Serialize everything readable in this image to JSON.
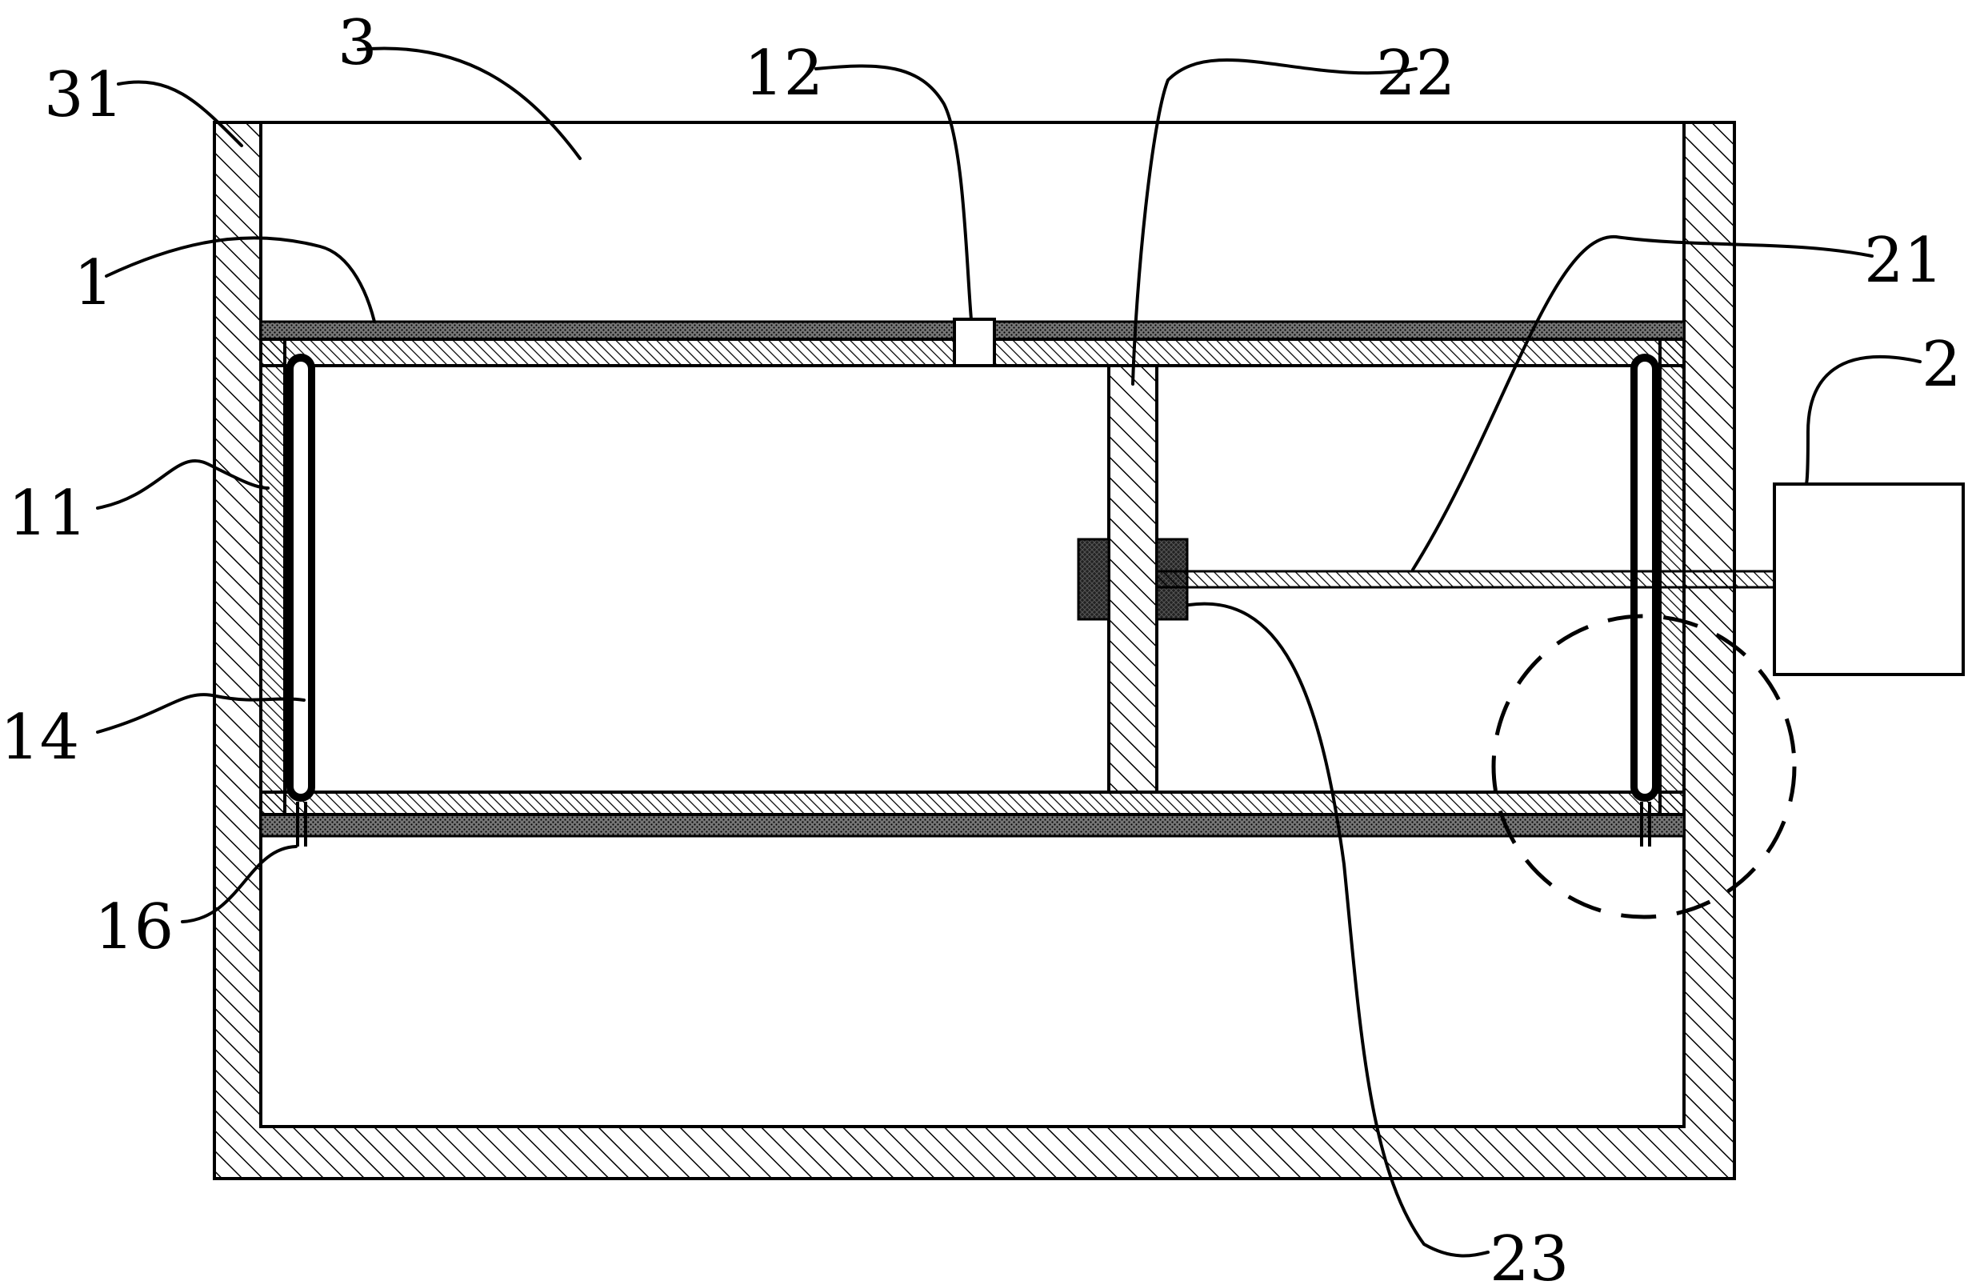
{
  "labels": {
    "l31": "31",
    "l3": "3",
    "l12": "12",
    "l22": "22",
    "l1": "1",
    "l21": "21",
    "l2": "2",
    "l11": "11",
    "l14": "14",
    "l16": "16",
    "l23": "23"
  }
}
